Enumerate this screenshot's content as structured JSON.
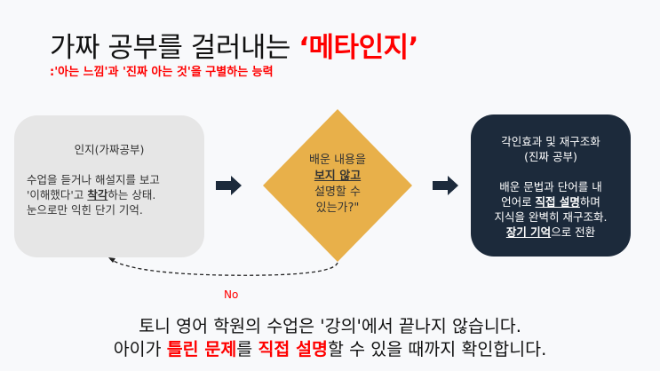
{
  "title": {
    "main": "가짜 공부를 걸러내는 ",
    "highlight": "‘메타인지’"
  },
  "subtitle": ":'아는 느낌'과 '진짜 아는 것'을 구별하는 능력",
  "box_fake": {
    "heading": "인지(가짜공부)",
    "line1": "수업을 듣거나 해설지를 보고",
    "line2_a": "'이해했다'고 ",
    "line2_b": "착각",
    "line2_c": "하는 상태.",
    "line3": "눈으로만 익힌 단기 기억."
  },
  "decision": {
    "line1": "배운 내용을",
    "line2": "보지 않고",
    "line3": "설명할 수",
    "line4": "있는가?\""
  },
  "no_label": "No",
  "box_real": {
    "heading1": "각인효과 및 재구조화",
    "heading2": "(진짜 공부)",
    "line1": "배운 문법과 단어를 내",
    "line2_a": "언어로 ",
    "line2_b": "직접 설명",
    "line2_c": "하며",
    "line3": "지식을 완벽히 재구조화.",
    "line4_a": "장기 기억",
    "line4_b": "으로 전환"
  },
  "bottom": {
    "line1": "토니 영어 학원의 수업은 '강의'에서 끝나지 않습니다.",
    "line2_a": "아이가 ",
    "line2_b": "틀린 문제",
    "line2_c": "를 ",
    "line2_d": "직접 설명",
    "line2_e": "할 수 있을 때까지 확인합니다."
  },
  "colors": {
    "accent": "#ff0000",
    "diamond": "#e8b04a",
    "dark_box": "#1c2a3b",
    "gray_box": "#e6e6e6"
  }
}
